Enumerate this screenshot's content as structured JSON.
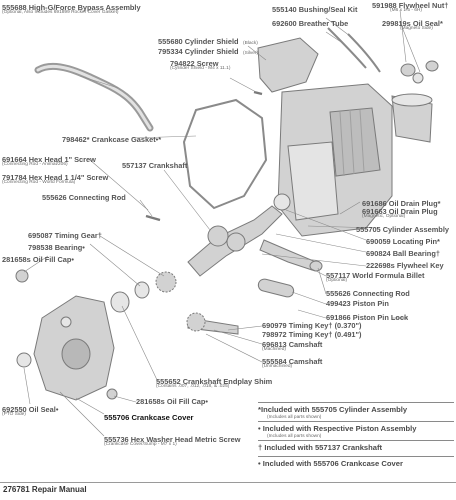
{
  "callouts": [
    {
      "id": "c555688",
      "part": "555688 High-G/Force Bypass Assembly",
      "note": "(Optional, Also Includes 691899 Rocker Cover Gasket)"
    },
    {
      "id": "c555140",
      "part": "555140 Bushing/Seal Kit",
      "note": ""
    },
    {
      "id": "c591988",
      "part": "591988 Flywheel Nut†",
      "note": "(M6 x 1.5 - 6H)"
    },
    {
      "id": "c692600",
      "part": "692600 Breather Tube",
      "note": ""
    },
    {
      "id": "c299819s",
      "part": "299819s Oil Seal*",
      "note": "(Magneto Side)"
    },
    {
      "id": "c555680",
      "part": "555680 Cylinder Shield",
      "note": "(Black)"
    },
    {
      "id": "c795334",
      "part": "795334 Cylinder Shield",
      "note": "(Silver)"
    },
    {
      "id": "c794822",
      "part": "794822 Screw",
      "note": "(Cylinder Shield - M4 x 11.1)"
    },
    {
      "id": "c798462",
      "part": "798462* Crankcase Gasket•*",
      "note": ""
    },
    {
      "id": "c691664",
      "part": "691664 Hex Head 1\" Screw",
      "note": "(Connecting Rod - Animal/206)"
    },
    {
      "id": "c791784",
      "part": "791784 Hex Head 1 1/4\" Screw",
      "note": "(Connecting Rod - World Formula)"
    },
    {
      "id": "c557137",
      "part": "557137 Crankshaft",
      "note": ""
    },
    {
      "id": "c555626a",
      "part": "555626 Connecting Rod",
      "note": ""
    },
    {
      "id": "c691686",
      "part": "691686 Oil Drain Plug*",
      "note": ""
    },
    {
      "id": "c691663",
      "part": "691663 Oil Drain Plug",
      "note": "(Magnetic, Optional)"
    },
    {
      "id": "c555705",
      "part": "555705 Cylinder Assembly",
      "note": ""
    },
    {
      "id": "c695087",
      "part": "695087 Timing Gear†",
      "note": ""
    },
    {
      "id": "c690059",
      "part": "690059 Locating Pin*",
      "note": ""
    },
    {
      "id": "c798538",
      "part": "798538 Bearing•",
      "note": ""
    },
    {
      "id": "c690824",
      "part": "690824 Ball Bearing†",
      "note": ""
    },
    {
      "id": "c281658a",
      "part": "281658s Oil Fill Cap•",
      "note": ""
    },
    {
      "id": "c222698s",
      "part": "222698s Flywheel Key",
      "note": ""
    },
    {
      "id": "c557117",
      "part": "557117 World Formula Billet",
      "note": "(Optional)"
    },
    {
      "id": "c555626b",
      "part": "555626 Connecting Rod",
      "note": ""
    },
    {
      "id": "c499423",
      "part": "499423 Piston Pin",
      "note": ""
    },
    {
      "id": "c691866",
      "part": "691866 Piston Pin Lock",
      "note": ""
    },
    {
      "id": "c690979",
      "part": "690979 Timing Key† (0.370\")",
      "note": ""
    },
    {
      "id": "c798972",
      "part": "798972 Timing Key† (0.491\")",
      "note": ""
    },
    {
      "id": "c696813",
      "part": "696813 Camshaft",
      "note": "(Machined)"
    },
    {
      "id": "c555584",
      "part": "555584 Camshaft",
      "note": "(Unmachined)"
    },
    {
      "id": "c555652",
      "part": "555652 Crankshaft Endplay Shim",
      "note": "(Contains .007, .012, .018, & .025)"
    },
    {
      "id": "c281658b",
      "part": "281658s Oil Fill Cap•",
      "note": ""
    },
    {
      "id": "c692550",
      "part": "692550 Oil Seal•",
      "note": "(PTO Side)"
    },
    {
      "id": "c555706",
      "part": "555706 Crankcase Cover",
      "note": ""
    },
    {
      "id": "c555736",
      "part": "555736 Hex Washer Head Metric Screw",
      "note": "(Crankcase Cover/Sump - M7 x 1)"
    }
  ],
  "legend": [
    {
      "id": "lg1",
      "text": "*Included with 555705 Cylinder Assembly",
      "note": "(Includes all parts shown)"
    },
    {
      "id": "lg2",
      "text": "• Included with Respective Piston Assembly",
      "note": "(Includes all parts shown)"
    },
    {
      "id": "lg3",
      "text": "† Included with 557137 Crankshaft",
      "note": ""
    },
    {
      "id": "lg4",
      "text": "• Included with 555706 Crankcase Cover",
      "note": ""
    }
  ],
  "footer": "276781 Repair Manual",
  "colors": {
    "label_text": "#555555",
    "highlight_text": "#111111",
    "part_fill": "#d2d2d2",
    "part_stroke": "#7a7a7a",
    "leader_line": "#8a8a8a"
  }
}
